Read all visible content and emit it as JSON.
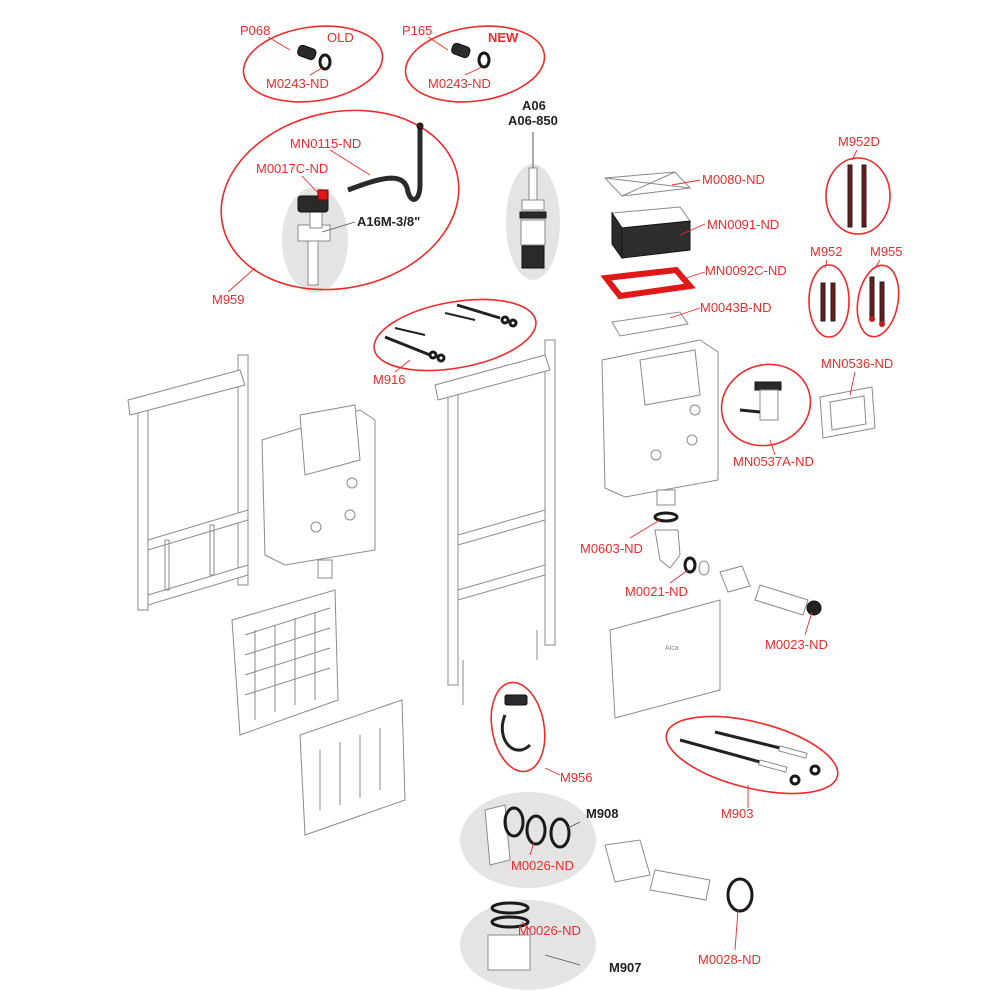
{
  "diagram": {
    "title": "Concealed cistern installation frame – spare parts exploded view",
    "colors": {
      "part_label": "#ee2a2a",
      "assembly_label": "#222222",
      "group_outline": "#ee2a2a",
      "highlight_bg": "#e4e4e4"
    },
    "labels": {
      "p068": "P068",
      "old": "OLD",
      "m0243_old": "M0243-ND",
      "p165": "P165",
      "new": "NEW",
      "m0243_new": "M0243-ND",
      "a06": "A06",
      "a06_850": "A06-850",
      "mn0115": "MN0115-ND",
      "m0017c": "M0017C-ND",
      "a16m": "A16M-3/8\"",
      "m959": "M959",
      "m0080": "M0080-ND",
      "mn0091": "MN0091-ND",
      "mn0092c": "MN0092C-ND",
      "m0043b": "M0043B-ND",
      "m952d": "M952D",
      "m952": "M952",
      "m955": "M955",
      "mn0536": "MN0536-ND",
      "mn0537a": "MN0537A-ND",
      "m916": "M916",
      "m0603": "M0603-ND",
      "m0021": "M0021-ND",
      "m0023": "M0023-ND",
      "m956": "M956",
      "m903": "M903",
      "m908": "M908",
      "m0026_a": "M0026-ND",
      "m0026_b": "M0026-ND",
      "m907": "M907",
      "m0028": "M0028-ND",
      "brand": "Alca"
    }
  }
}
